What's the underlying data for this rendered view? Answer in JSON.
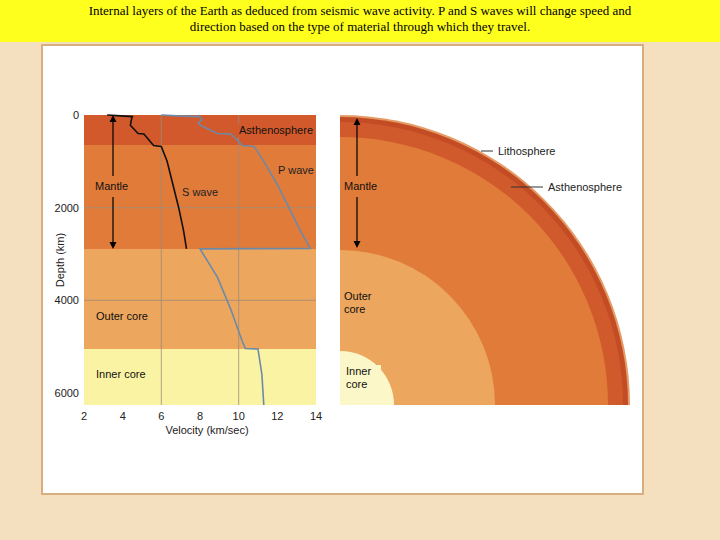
{
  "diagram": {
    "title": "Internal layers of the Earth as deduced from seismic wave activity. P and S waves will change speed and direction based on the type of material through which they travel.",
    "nodes": [
      {
        "text": [
          "Asthenosphere"
        ]
      },
      {
        "text": [
          "Mantle"
        ]
      },
      {
        "text": [
          "Outer core"
        ]
      },
      {
        "text": [
          "Inner core"
        ]
      },
      {
        "text": [
          "Mantle"
        ]
      },
      {
        "text": [
          "Outer core"
        ],
        "in": 4
      },
      {
        "text": [
          "Inner core"
        ],
        "in": 5
      }
    ],
    "labels": [
      "0",
      "2000",
      "4000",
      "6000",
      "Depth (km)",
      "2",
      "4",
      "6",
      "8",
      "10",
      "12",
      "14",
      "Velocity (km/sec)",
      "P wave",
      "S wave",
      "Lithosphere",
      "Asthenosphere"
    ]
  }
}
